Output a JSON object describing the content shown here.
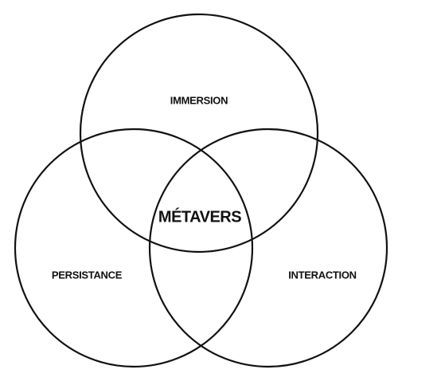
{
  "diagram": {
    "type": "venn",
    "sets": [
      {
        "label": "IMMERSION"
      },
      {
        "label": "PERSISTANCE"
      },
      {
        "label": "INTERACTION"
      }
    ],
    "intersection_label": "MÉTAVERS"
  }
}
